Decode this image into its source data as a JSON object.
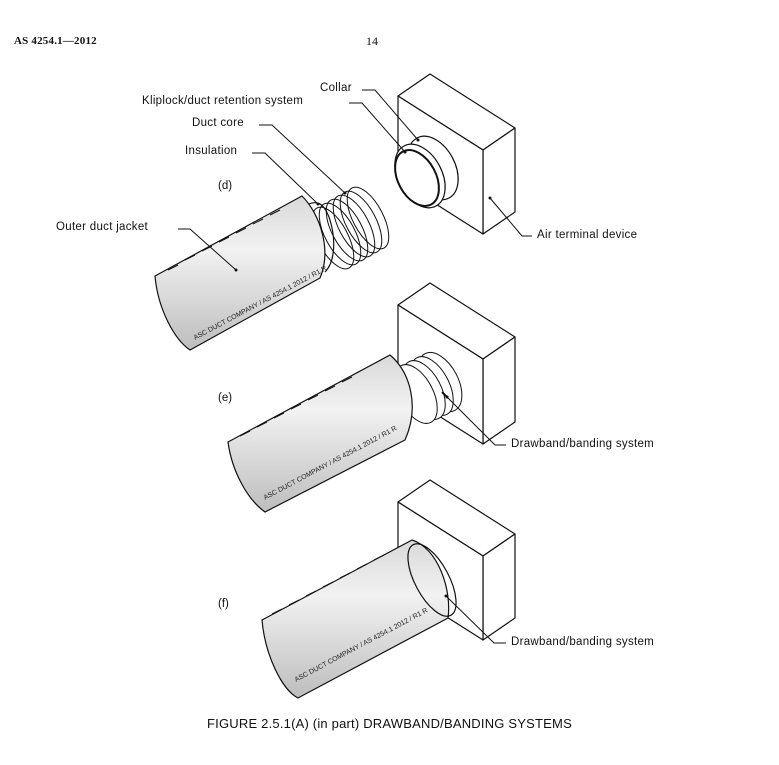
{
  "header": {
    "standard": "AS 4254.1—2012",
    "page_number": "14"
  },
  "callouts": {
    "collar": "Collar",
    "kliplock": "Kliplock/duct retention system",
    "duct_core": "Duct core",
    "insulation": "Insulation",
    "outer_jacket": "Outer duct jacket",
    "air_terminal": "Air terminal device",
    "drawband_e": "Drawband/banding system",
    "drawband_f": "Drawband/banding system"
  },
  "subfigures": {
    "d": "(d)",
    "e": "(e)",
    "f": "(f)"
  },
  "jacket_print": {
    "d": "ASC DUCT COMPANY / AS 4254.1 2012 / R1 R",
    "e": "ASC DUCT COMPANY / AS 4254.1 2012 / R1 R",
    "f": "ASC DUCT COMPANY / AS 4254.1 2012 / R1 R"
  },
  "caption": "FIGURE  2.5.1(A) (in part)   DRAWBAND/BANDING SYSTEMS"
}
